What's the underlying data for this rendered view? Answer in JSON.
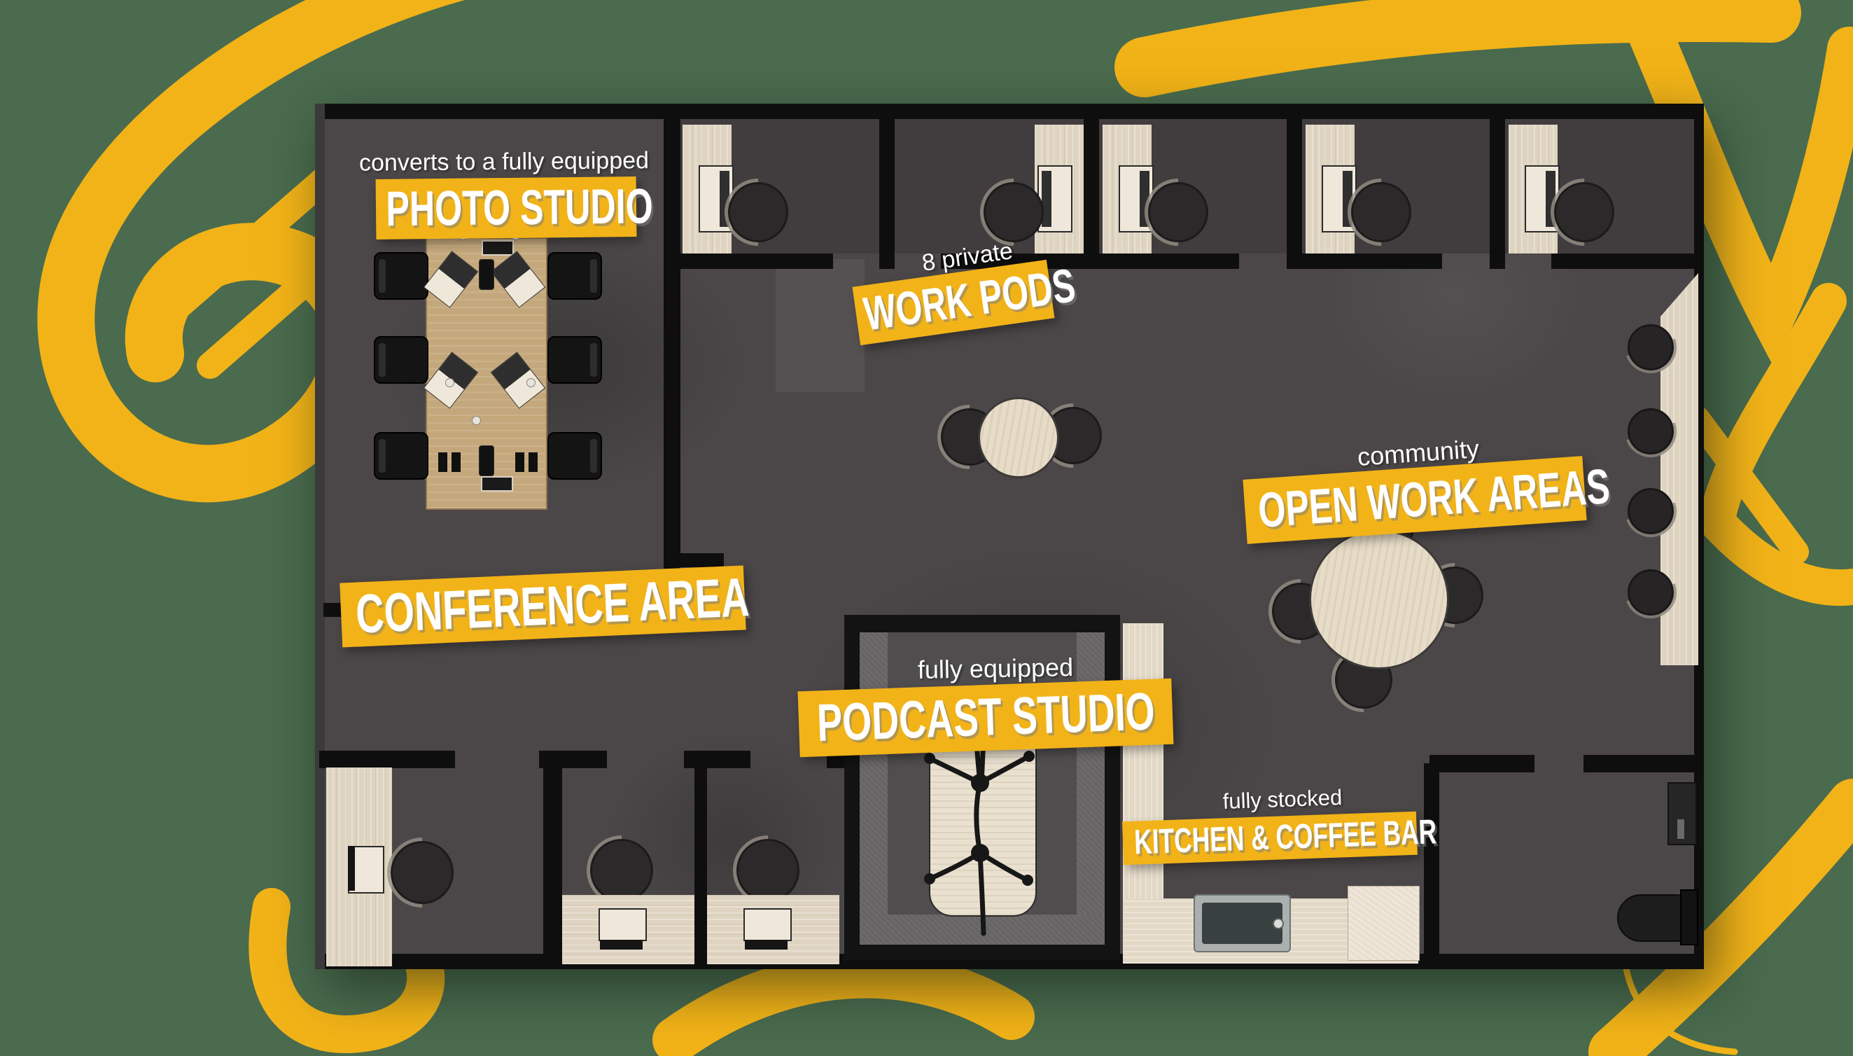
{
  "page": {
    "type": "coworking-space floor plan poster",
    "background_color": "#4A6B4E"
  },
  "palette": {
    "accent_yellow": "#F2B318",
    "floor_gray": "#4B4748",
    "pod_floor_gray": "#413D3E",
    "wall_black": "#0F0E0E",
    "wood_light": "#DFD4C1",
    "conference_table_wood": "#C4A87C",
    "counter_wood": "#E3D8C6",
    "studio_gray": "#6D6A6A",
    "label_text": "#FFFFFF"
  },
  "labels": {
    "photo_studio": {
      "subtitle": "converts to a fully equipped",
      "title": "PHOTO STUDIO"
    },
    "work_pods": {
      "subtitle": "8 private",
      "title": "WORK PODS"
    },
    "open_work_areas": {
      "subtitle": "community",
      "title": "OPEN WORK AREAS"
    },
    "conference_area": {
      "title": "CONFERENCE AREA"
    },
    "podcast_studio": {
      "subtitle": "fully equipped",
      "title": "PODCAST STUDIO"
    },
    "kitchen_coffee_bar": {
      "subtitle": "fully stocked",
      "title": "KITCHEN & COFFEE BAR"
    }
  }
}
